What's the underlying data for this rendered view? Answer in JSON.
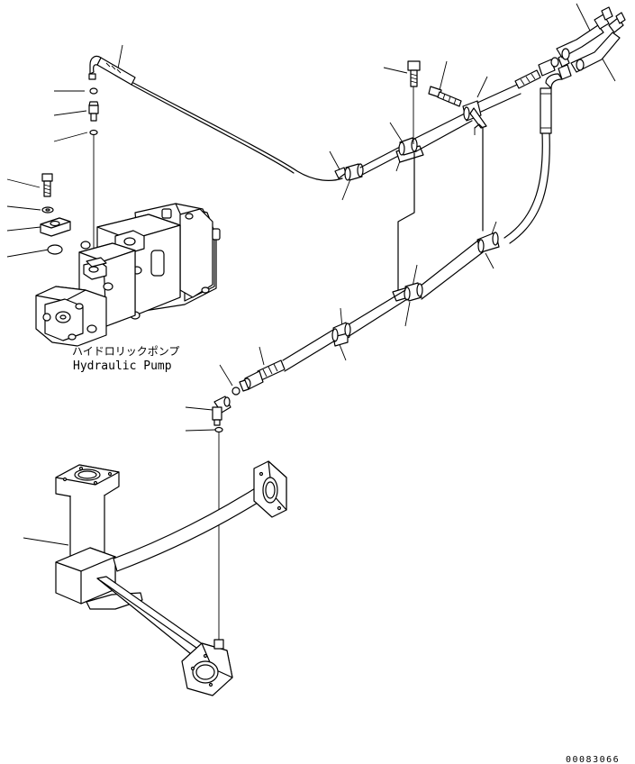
{
  "labels": {
    "pump_jp": "ハイドロリックポンプ",
    "pump_en": "Hydraulic Pump"
  },
  "drawing_code": "00083066"
}
